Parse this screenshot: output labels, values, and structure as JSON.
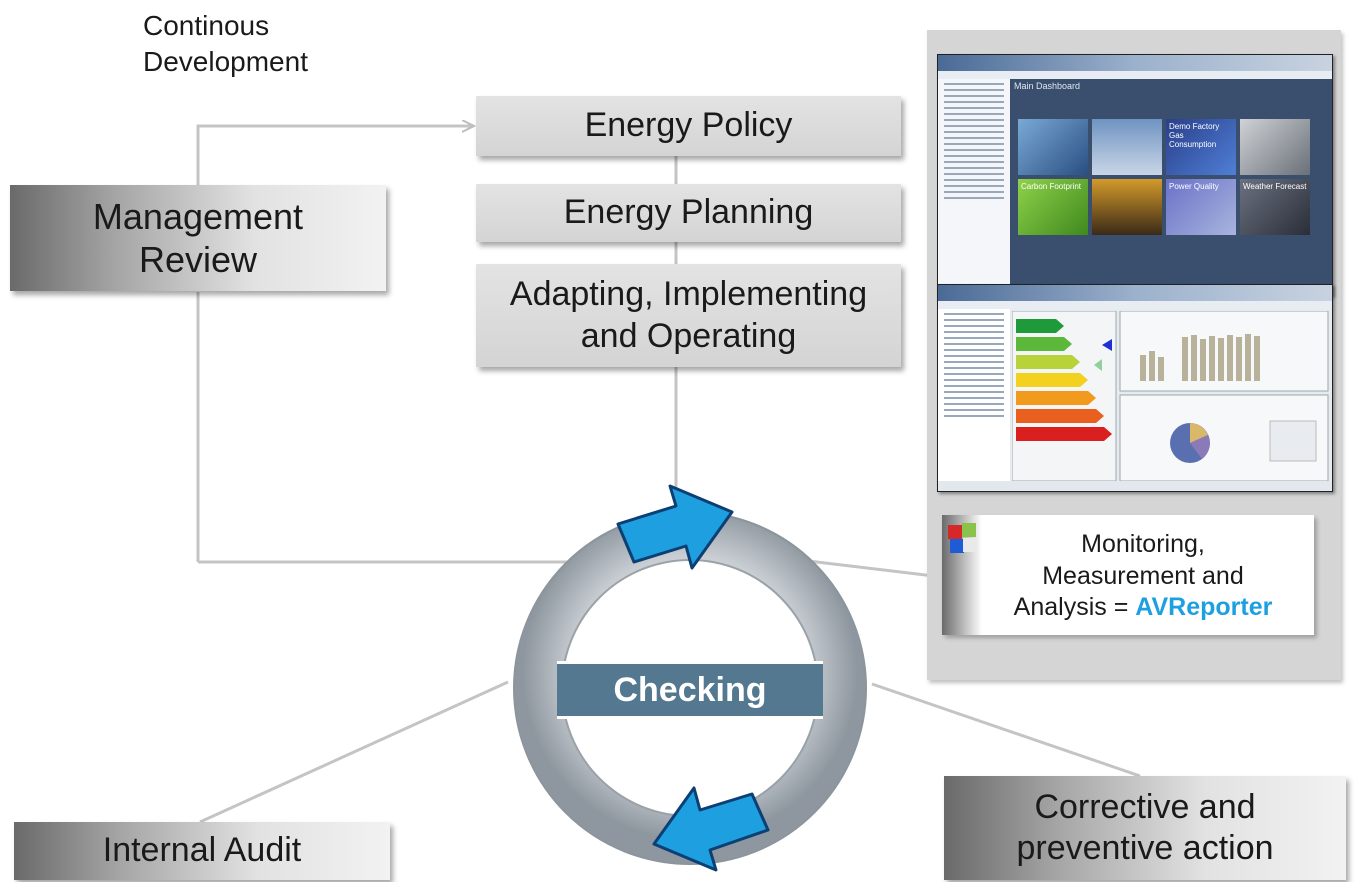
{
  "diagram": {
    "continuous": {
      "line1": "Continous",
      "line2": "Development"
    },
    "management_review": {
      "line1": "Management",
      "line2": "Review"
    },
    "energy_policy": "Energy Policy",
    "energy_planning": "Energy Planning",
    "adapting": {
      "line1": "Adapting, Implementing",
      "line2": "and Operating"
    },
    "monitoring": {
      "line1": "Monitoring,",
      "line2": "Measurement and",
      "line3_prefix": "Analysis = ",
      "brand": "AVReporter"
    },
    "checking": "Checking",
    "internal_audit": "Internal Audit",
    "corrective": {
      "line1": "Corrective and",
      "line2": "preventive action"
    }
  },
  "screenshot_top": {
    "title": "Main Dashboard",
    "tiles": [
      "Demo Factory Gas Consumption",
      "Carbon Footprint",
      "Power Quality",
      "Weather Forecast"
    ]
  },
  "colors": {
    "accent_blue": "#1ea0e0",
    "checking_band": "#557891",
    "ring": "#a9b2b9",
    "arrow": "#1ea0e0"
  },
  "icons": [
    "cycle-arrow-icon",
    "avreporter-logo-icon"
  ]
}
